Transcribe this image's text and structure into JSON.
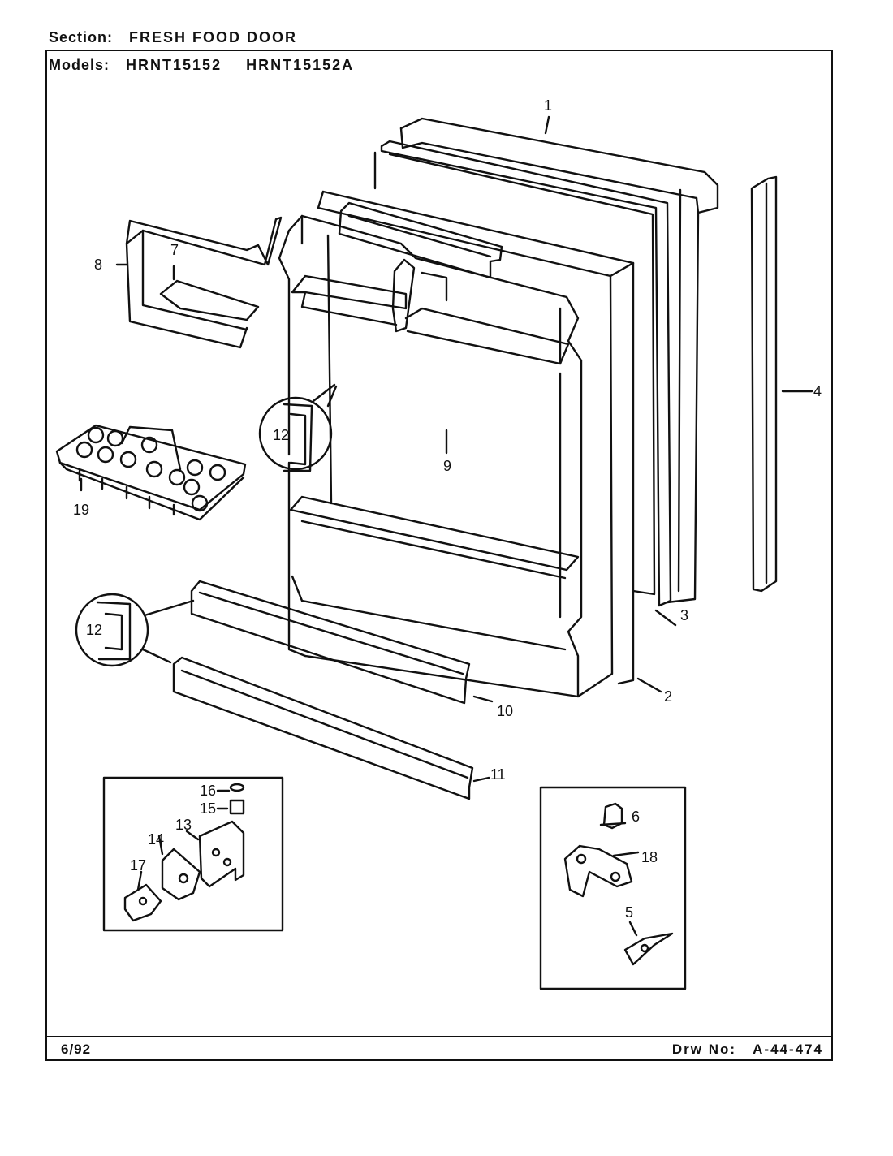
{
  "header": {
    "section_label": "Section:",
    "section_value": "FRESH FOOD DOOR",
    "models_label": "Models:",
    "models": [
      "HRNT15152",
      "HRNT15152A"
    ]
  },
  "footer": {
    "date": "6/92",
    "drawing_label": "Drw No:",
    "drawing_number": "A-44-474"
  },
  "callouts": [
    "1",
    "2",
    "3",
    "4",
    "5",
    "6",
    "7",
    "8",
    "9",
    "10",
    "11",
    "12",
    "12",
    "13",
    "14",
    "15",
    "16",
    "17",
    "18",
    "19"
  ]
}
